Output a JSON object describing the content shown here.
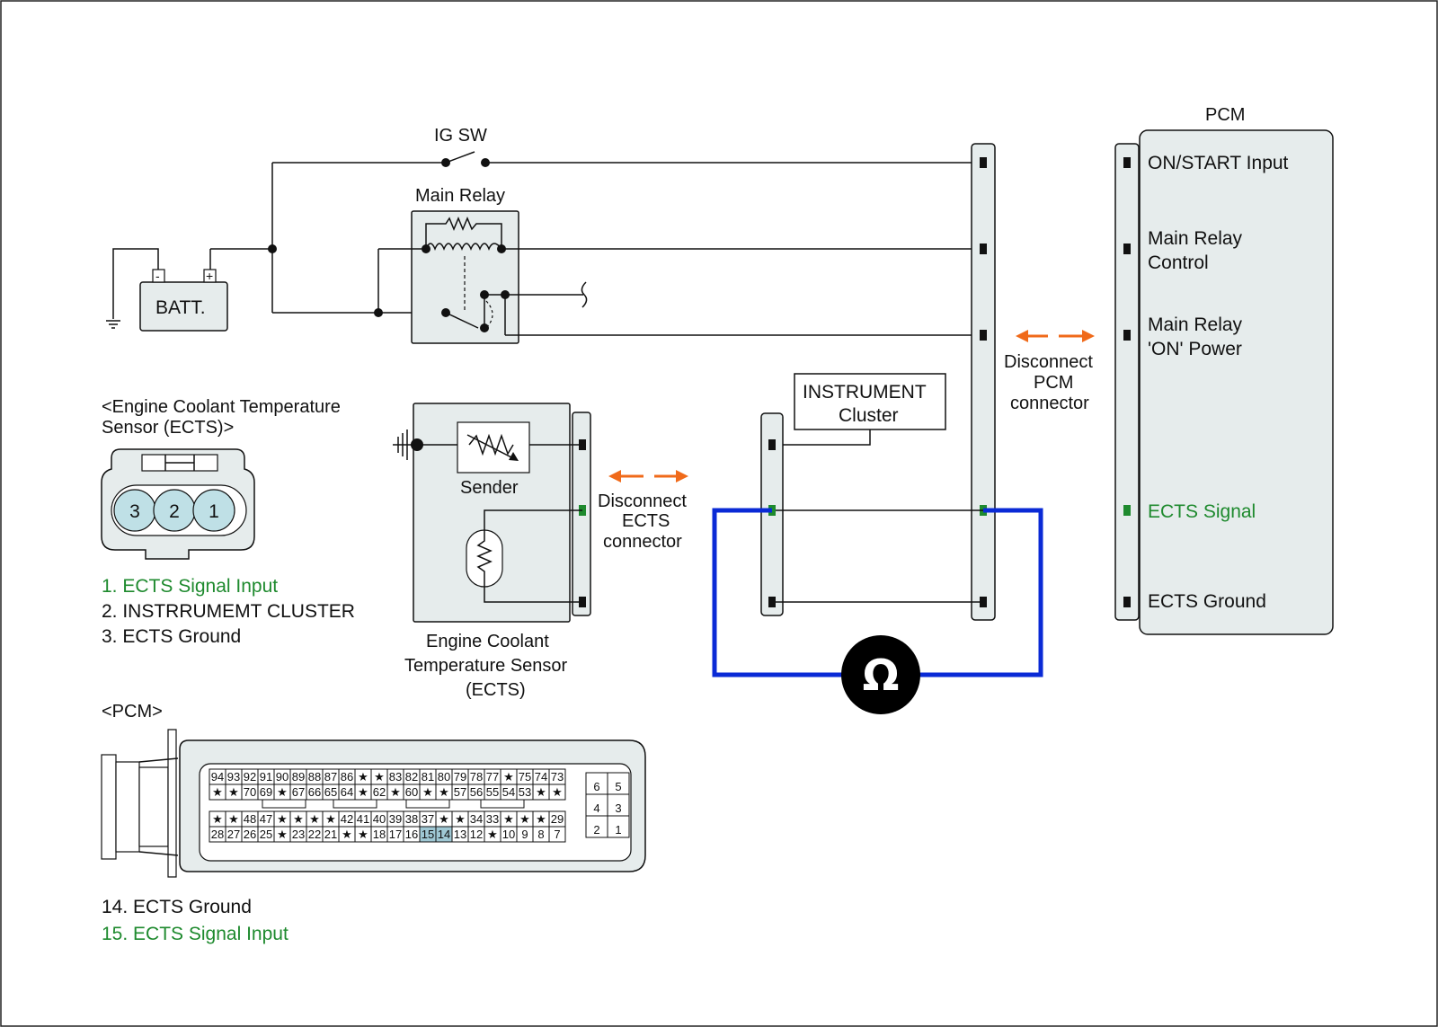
{
  "colors": {
    "component_fill": "#e6ecec",
    "signal_green": "#1e8a2e",
    "meter_wire_blue": "#0a2ad6",
    "arrow_orange": "#f06a1a",
    "pin_cell_highlight": "#9fc8d4",
    "ects_pin_fill": "#bfe0e6"
  },
  "labels": {
    "ig_sw": "IG SW",
    "main_relay": "Main Relay",
    "batt": "BATT.",
    "batt_minus": "-",
    "batt_plus": "+",
    "pcm_title": "PCM",
    "pcm_pins": [
      "ON/START Input",
      "Main Relay",
      "Control",
      "Main Relay",
      "'ON' Power",
      "ECTS Signal",
      "ECTS Ground"
    ],
    "instrument_cluster_1": "INSTRUMENT",
    "instrument_cluster_2": "Cluster",
    "disconnect_pcm": [
      "Disconnect",
      "PCM",
      "connector"
    ],
    "disconnect_ects": [
      "Disconnect",
      "ECTS",
      "connector"
    ],
    "sender": "Sender",
    "ects_sensor_caption": [
      "Engine Coolant",
      "Temperature Sensor",
      "(ECTS)"
    ],
    "ohm_symbol": "Ω"
  },
  "ects_connector": {
    "title_1": "<Engine Coolant Temperature",
    "title_2": "Sensor (ECTS)>",
    "pins": [
      "3",
      "2",
      "1"
    ],
    "legend": [
      {
        "text": "1. ECTS Signal Input",
        "highlight": true
      },
      {
        "text": "2. INSTRRUMEMT CLUSTER",
        "highlight": false
      },
      {
        "text": "3. ECTS Ground",
        "highlight": false
      }
    ]
  },
  "pcm_connector": {
    "title": "<PCM>",
    "row1": [
      "94",
      "93",
      "92",
      "91",
      "90",
      "89",
      "88",
      "87",
      "86",
      "★",
      "★",
      "83",
      "82",
      "81",
      "80",
      "79",
      "78",
      "77",
      "★",
      "75",
      "74",
      "73"
    ],
    "row2": [
      "★",
      "★",
      "70",
      "69",
      "★",
      "67",
      "66",
      "65",
      "64",
      "★",
      "62",
      "★",
      "60",
      "★",
      "★",
      "57",
      "56",
      "55",
      "54",
      "53",
      "★",
      "★"
    ],
    "row3": [
      "★",
      "★",
      "48",
      "47",
      "★",
      "★",
      "★",
      "★",
      "42",
      "41",
      "40",
      "39",
      "38",
      "37",
      "★",
      "★",
      "34",
      "33",
      "★",
      "★",
      "★",
      "29"
    ],
    "row4": [
      "28",
      "27",
      "26",
      "25",
      "★",
      "23",
      "22",
      "21",
      "★",
      "★",
      "18",
      "17",
      "16",
      "15",
      "14",
      "13",
      "12",
      "★",
      "10",
      "9",
      "8",
      "7"
    ],
    "side_block": [
      [
        "6",
        "5"
      ],
      [
        "4",
        "3"
      ],
      [
        "2",
        "1"
      ]
    ],
    "highlighted": [
      "15",
      "14"
    ],
    "legend": [
      {
        "text": "14. ECTS Ground",
        "highlight": false
      },
      {
        "text": "15. ECTS Signal Input",
        "highlight": true
      }
    ]
  }
}
